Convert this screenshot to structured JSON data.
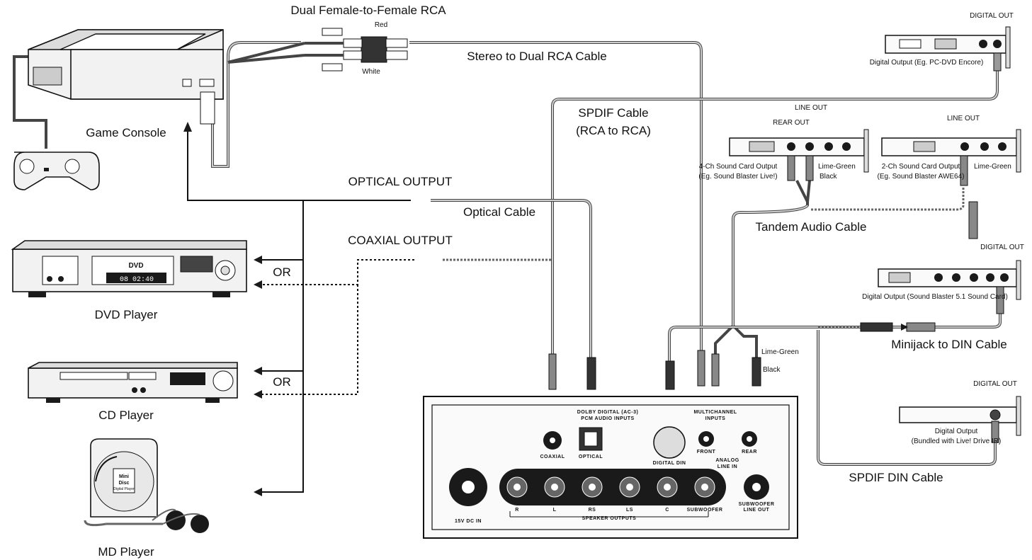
{
  "labels": {
    "dual_rca": "Dual Female-to-Female RCA",
    "red": "Red",
    "white": "White",
    "stereo_rca": "Stereo to Dual RCA Cable",
    "game_console": "Game Console",
    "spdif_line1": "SPDIF Cable",
    "spdif_line2": "(RCA to RCA)",
    "optical_output": "OPTICAL OUTPUT",
    "optical_cable": "Optical Cable",
    "coaxial_output": "COAXIAL OUTPUT",
    "or": "OR",
    "dvd_player": "DVD Player",
    "cd_player": "CD Player",
    "md_player": "MD Player",
    "digital_out": "DIGITAL OUT",
    "digital_output_pcdvd": "Digital Output (Eg. PC-DVD Encore)",
    "line_out": "LINE OUT",
    "rear_out": "REAR OUT",
    "ch4_card_line1": "4-Ch Sound Card Output",
    "ch4_card_line2": "(Eg. Sound Blaster Live!)",
    "lime_green": "Lime-Green",
    "black": "Black",
    "ch2_card_line1": "2-Ch Sound Card Output",
    "ch2_card_line2": "(Eg. Sound Blaster AWE64)",
    "tandem_cable": "Tandem Audio Cable",
    "digital_output_sb51": "Digital Output (Sound Blaster 5.1 Sound Card)",
    "minijack_din": "Minijack to DIN Cable",
    "digital_output_bundled_line1": "Digital Output",
    "digital_output_bundled_line2": "(Bundled with Live! Drive IR)",
    "spdif_din": "SPDIF DIN Cable",
    "dvd_logo": "DVD",
    "dvd_display": "08 02:40",
    "md_logo_line1": "Mini",
    "md_logo_line2": "Disc",
    "md_logo_line3": "Digital Player"
  },
  "panel": {
    "dolby_line1": "DOLBY DIGITAL (AC-3)",
    "dolby_line2": "PCM AUDIO INPUTS",
    "coaxial": "COAXIAL",
    "optical": "OPTICAL",
    "multichannel_line1": "MULTICHANNEL",
    "multichannel_line2": "INPUTS",
    "digital_din": "DIGITAL DIN",
    "front": "FRONT",
    "rear": "REAR",
    "analog_line1": "ANALOG",
    "analog_line2": "LINE IN",
    "dc_in": "15V DC IN",
    "speaker_outputs": "SPEAKER OUTPUTS",
    "sub_line_out_line1": "SUBWOOFER",
    "sub_line_out_line2": "LINE OUT",
    "speakers": [
      "R",
      "L",
      "RS",
      "LS",
      "C",
      "SUBWOOFER"
    ]
  }
}
